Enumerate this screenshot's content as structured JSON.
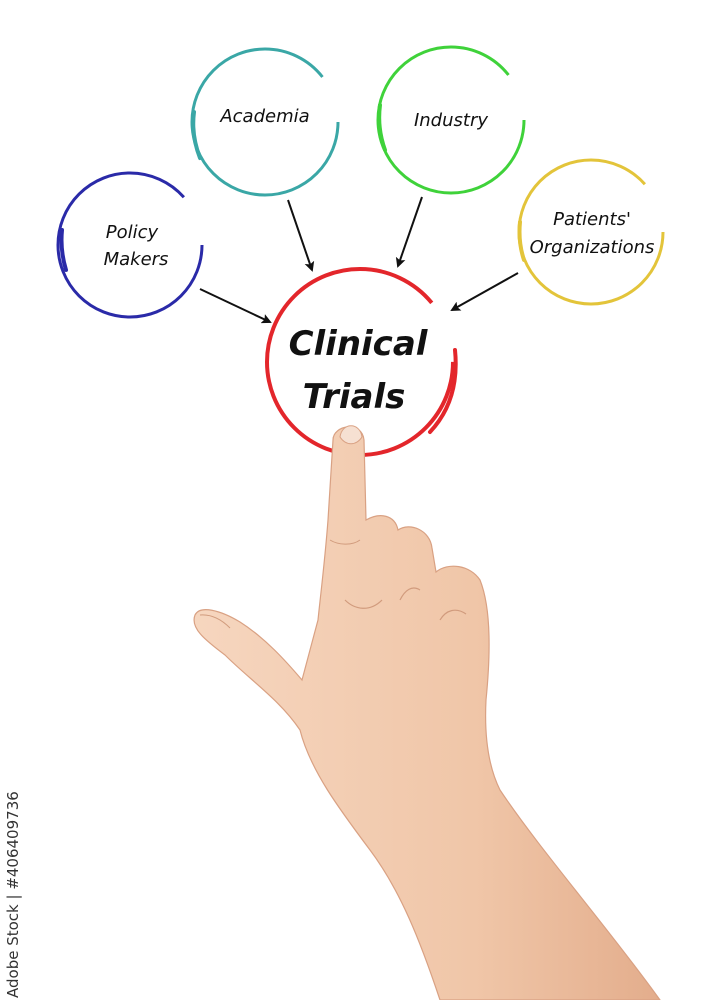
{
  "diagram": {
    "center": {
      "line1": "Clinical",
      "line2": "Trials",
      "color": "#e3262b"
    },
    "nodes": [
      {
        "id": "policy-makers",
        "line1": "Policy",
        "line2": "Makers",
        "color": "#2a2aa8"
      },
      {
        "id": "academia",
        "line1": "Academia",
        "line2": "",
        "color": "#3aa7a6"
      },
      {
        "id": "industry",
        "line1": "Industry",
        "line2": "",
        "color": "#3fd23a"
      },
      {
        "id": "patients-organizations",
        "line1": "Patients'",
        "line2": "Organizations",
        "color": "#e3c43a"
      }
    ],
    "arrow_color": "#111111"
  },
  "watermark": "Adobe Stock | #406409736",
  "skin_color": "#f2c9ad"
}
